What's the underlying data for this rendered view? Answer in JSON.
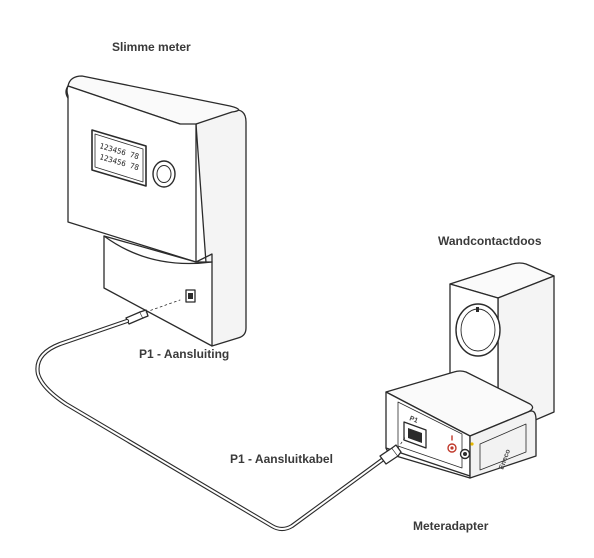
{
  "labels": {
    "smart_meter": "Slimme meter",
    "wall_socket": "Wandcontactdoos",
    "p1_port": "P1 - Aansluiting",
    "p1_cable": "P1 - Aansluitkabel",
    "meter_adapter": "Meteradapter"
  },
  "meter_display": {
    "line1": "123456 78",
    "line2": "123456 78"
  },
  "adapter": {
    "brand": "Eneco",
    "port_label": "P1"
  },
  "colors": {
    "line": "#2b2b2b",
    "accent_red": "#c0392b",
    "accent_yellow": "#e6b800"
  }
}
